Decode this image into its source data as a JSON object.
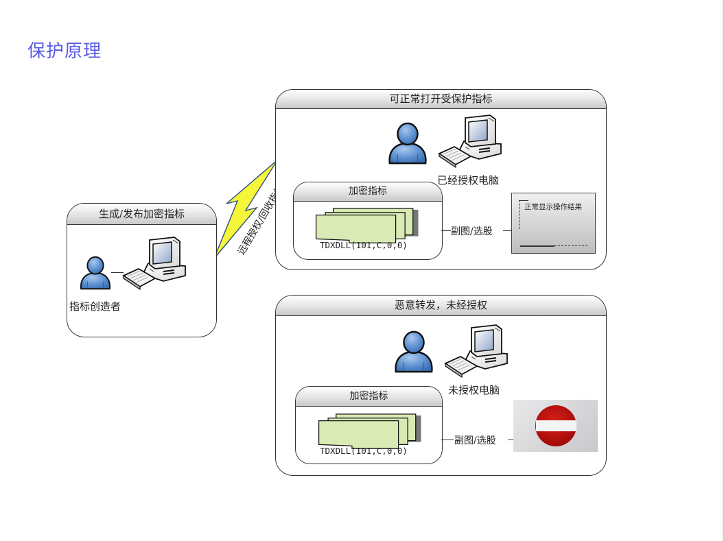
{
  "page": {
    "title": "保护原理"
  },
  "creator_panel": {
    "header": "生成/发布加密指标",
    "person_label": "指标创造者"
  },
  "link": {
    "label": "远程授权/回收指标等"
  },
  "authorized_panel": {
    "header": "可正常打开受保护指标",
    "computer_label": "已经授权电脑",
    "indicator_box": {
      "header": "加密指标",
      "formula": "TDXDLL(101,C,0,0)"
    },
    "connector_label": "副图/选股",
    "result": {
      "text": "正常显示操作结果",
      "status": "allowed"
    }
  },
  "unauthorized_panel": {
    "header": "恶意转发，未经授权",
    "computer_label": "未授权电脑",
    "indicator_box": {
      "header": "加密指标",
      "formula": "TDXDLL(101,C,0,0)"
    },
    "connector_label": "副图/选股",
    "result": {
      "icon": "no-entry-icon",
      "status": "blocked"
    }
  },
  "colors": {
    "title": "#5a5ae6",
    "person": "#5b8fcf",
    "document": "#d9eab4",
    "lightning": "#f5f53a",
    "no_entry": "#c8120f"
  }
}
